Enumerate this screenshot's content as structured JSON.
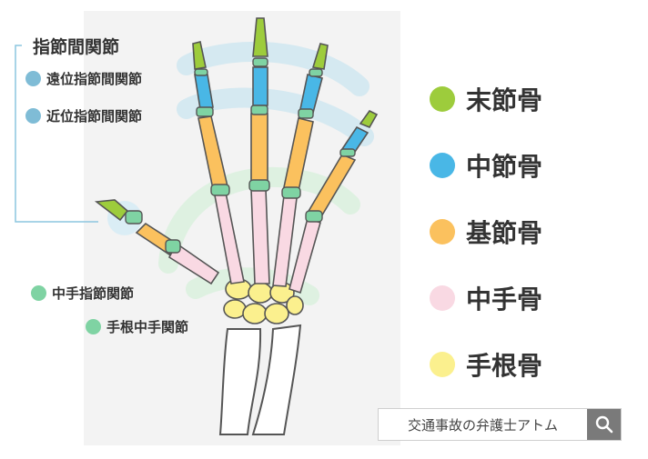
{
  "header": {
    "title": "指節間関節"
  },
  "joints": [
    {
      "label": "遠位指節間関節",
      "color": "#7fbcd6"
    },
    {
      "label": "近位指節間関節",
      "color": "#7fbcd6"
    },
    {
      "label": "中手指節関節",
      "color": "#7fd3a3"
    },
    {
      "label": "手根中手関節",
      "color": "#7fd3a3"
    }
  ],
  "legend": [
    {
      "label": "末節骨",
      "color": "#9dcc3c"
    },
    {
      "label": "中節骨",
      "color": "#49b7e6"
    },
    {
      "label": "基節骨",
      "color": "#fbc15e"
    },
    {
      "label": "中手骨",
      "color": "#f9d9e3"
    },
    {
      "label": "手根骨",
      "color": "#fbf08e"
    }
  ],
  "search": {
    "text": "交通事故の弁護士アトム",
    "icon": "search-icon"
  }
}
